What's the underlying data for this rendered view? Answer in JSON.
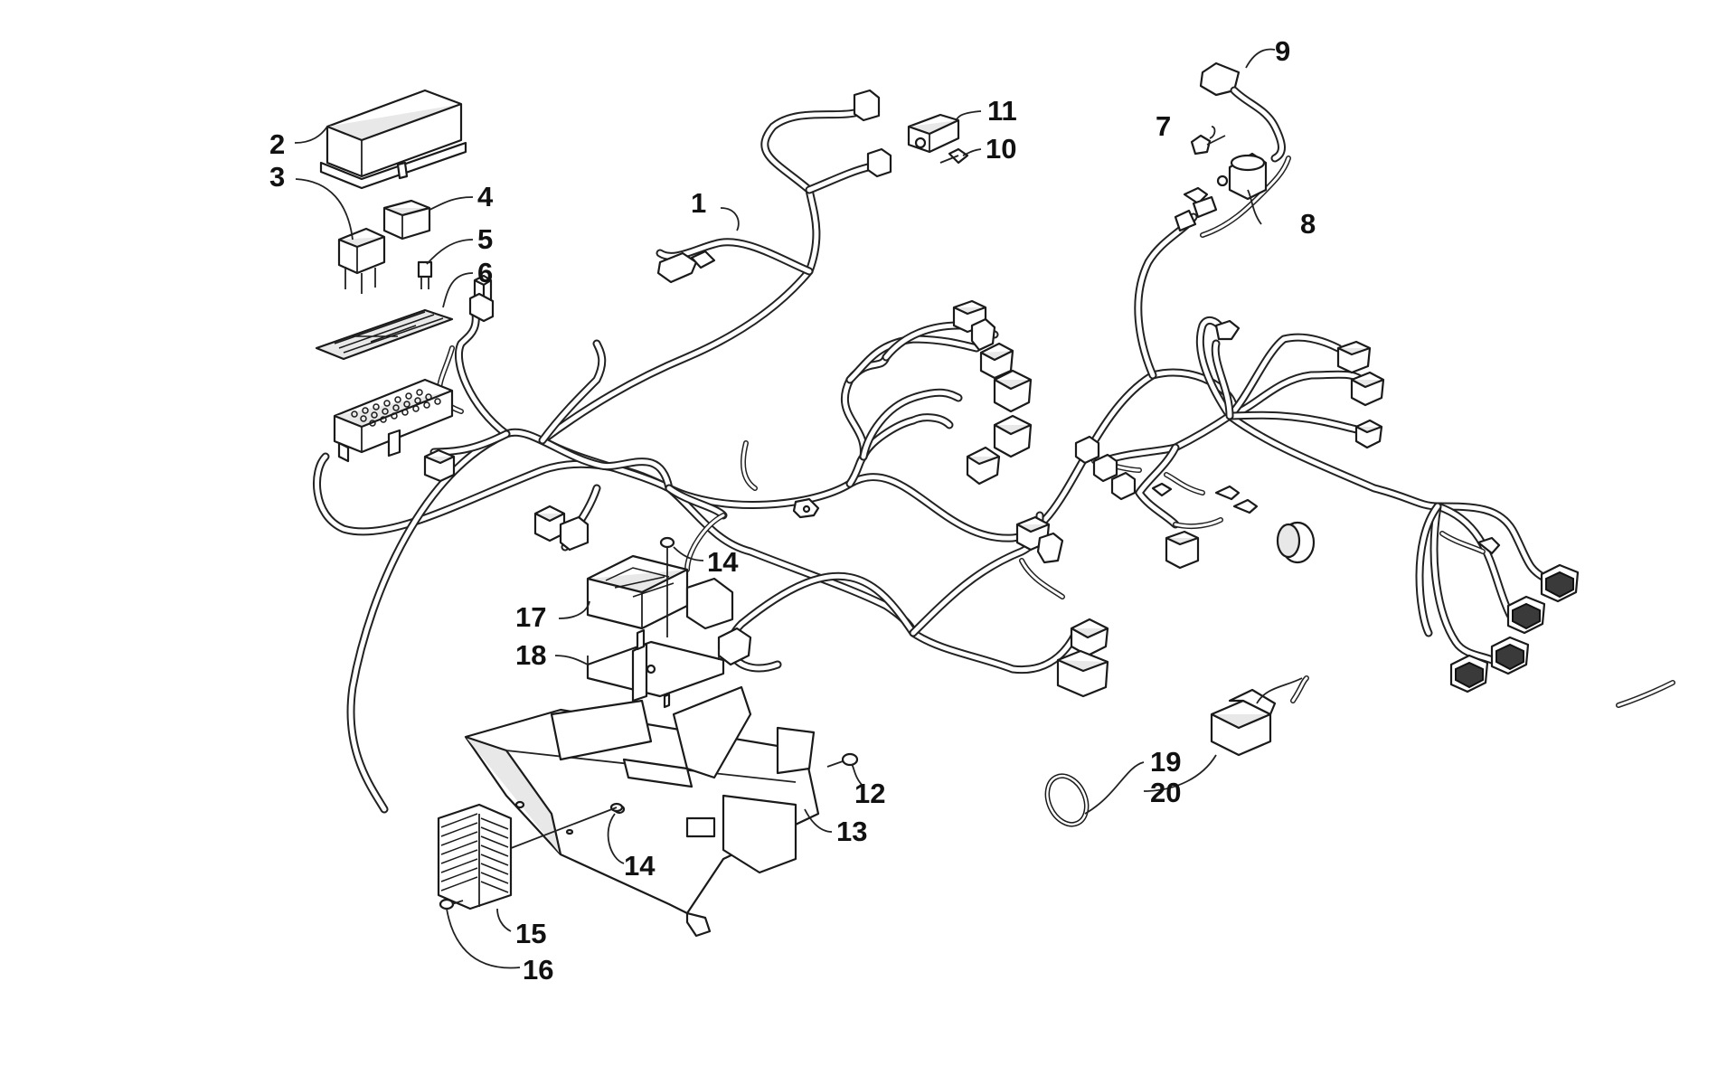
{
  "callouts": [
    {
      "id": "c1",
      "label": "1"
    },
    {
      "id": "c2",
      "label": "2"
    },
    {
      "id": "c3",
      "label": "3"
    },
    {
      "id": "c4",
      "label": "4"
    },
    {
      "id": "c5",
      "label": "5"
    },
    {
      "id": "c6",
      "label": "6"
    },
    {
      "id": "c7",
      "label": "7"
    },
    {
      "id": "c8",
      "label": "8"
    },
    {
      "id": "c9",
      "label": "9"
    },
    {
      "id": "c10",
      "label": "10"
    },
    {
      "id": "c11",
      "label": "11"
    },
    {
      "id": "c12",
      "label": "12"
    },
    {
      "id": "c13",
      "label": "13"
    },
    {
      "id": "c14a",
      "label": "14"
    },
    {
      "id": "c14b",
      "label": "14"
    },
    {
      "id": "c15",
      "label": "15"
    },
    {
      "id": "c16",
      "label": "16"
    },
    {
      "id": "c17",
      "label": "17"
    },
    {
      "id": "c18",
      "label": "18"
    },
    {
      "id": "c19",
      "label": "19"
    },
    {
      "id": "c20",
      "label": "20"
    }
  ],
  "colors": {
    "line": "#222222",
    "background": "#ffffff",
    "fill_light": "#e8e8e8"
  }
}
